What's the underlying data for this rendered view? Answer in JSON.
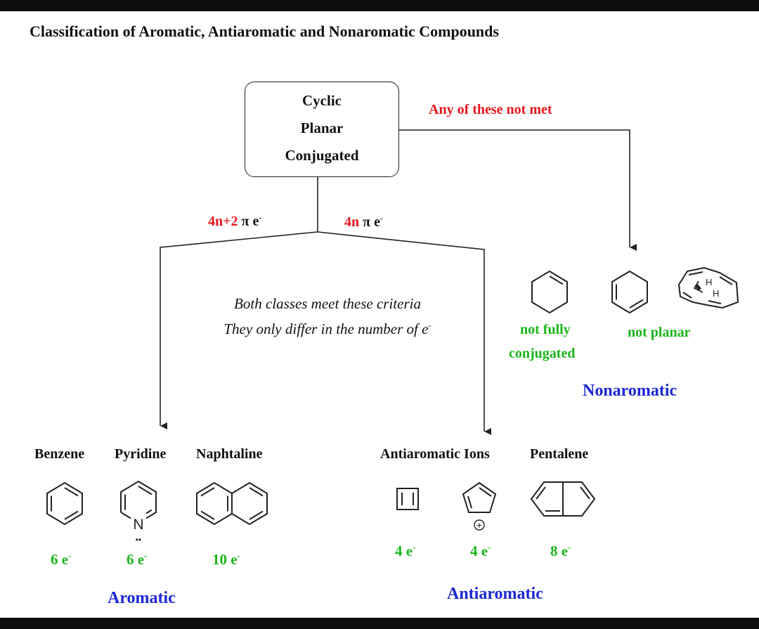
{
  "title": "Classification of Aromatic, Antiaromatic and Nonaromatic Compounds",
  "criteria": [
    "Cyclic",
    "Planar",
    "Conjugated"
  ],
  "not_met_label": "Any of these not met",
  "branch_left": {
    "rule": "4n+2",
    "unit": "π e",
    "sup": "-"
  },
  "branch_right": {
    "rule": "4n",
    "unit": "π e",
    "sup": "-"
  },
  "note": [
    "Both classes meet these criteria",
    "They only differ in the number of e",
    "-"
  ],
  "aromatic": {
    "label": "Aromatic",
    "compounds": [
      {
        "name": "Benzene",
        "count": "6 e"
      },
      {
        "name": "Pyridine",
        "count": "6 e",
        "atom": "N",
        "lone_pair": "••"
      },
      {
        "name": "Naphtaline",
        "count": "10 e"
      }
    ]
  },
  "antiaromatic": {
    "label": "Antiaromatic",
    "compounds": [
      {
        "name": "Antiaromatic Ions",
        "counts": [
          "4 e",
          "4 e"
        ],
        "charge": "+"
      },
      {
        "name": "Pentalene",
        "count": "8 e"
      }
    ]
  },
  "nonaromatic": {
    "label": "Nonaromatic",
    "reasons": [
      "not fully",
      "conjugated",
      "not planar"
    ],
    "h_labels": [
      "H",
      "H"
    ]
  },
  "electron_sup": "-",
  "colors": {
    "condition": "#e8161e",
    "electron_count": "#1bb51b",
    "class_label": "#1c28d4",
    "band": "#0c0c0c"
  }
}
